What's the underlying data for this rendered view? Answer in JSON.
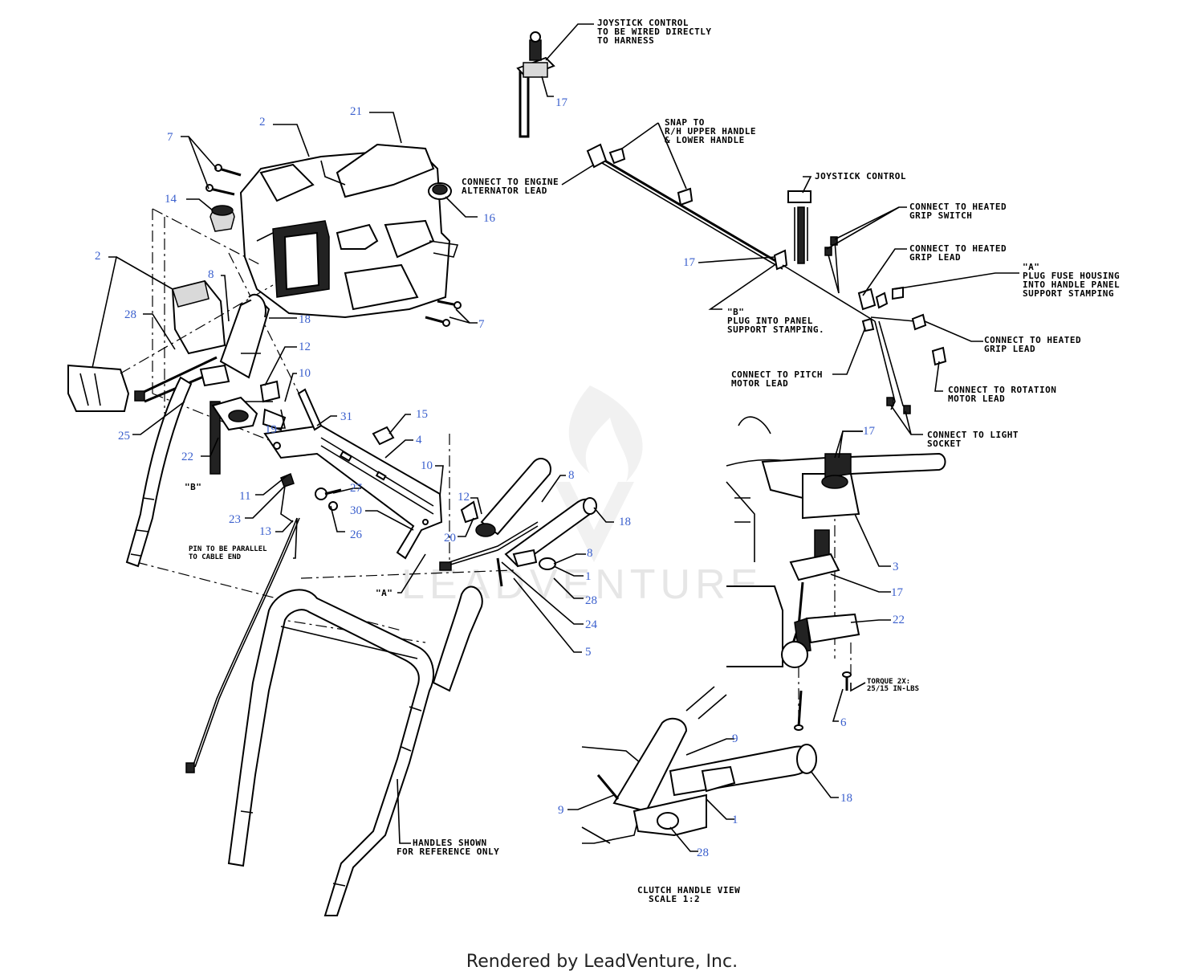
{
  "watermark": "LEADVENTURE",
  "footer": "Rendered by LeadVenture, Inc.",
  "callouts": [
    "17",
    "2",
    "21",
    "7",
    "14",
    "16",
    "2",
    "8",
    "28",
    "18",
    "12",
    "10",
    "7",
    "25",
    "22",
    "19",
    "31",
    "15",
    "4",
    "10",
    "11",
    "23",
    "13",
    "30",
    "27",
    "26",
    "12",
    "8",
    "20",
    "18",
    "8",
    "1",
    "28",
    "24",
    "5",
    "17",
    "3",
    "17",
    "22",
    "6",
    "9",
    "9",
    "1",
    "18",
    "28",
    "17"
  ],
  "notes": {
    "joystick_harness": [
      "JOYSTICK CONTROL",
      "TO BE WIRED DIRECTLY",
      "TO HARNESS"
    ],
    "snap_handle": [
      "SNAP TO",
      "R/H  UPPER HANDLE",
      "& LOWER HANDLE"
    ],
    "engine_alternator": [
      "CONNECT TO ENGINE",
      "ALTERNATOR LEAD"
    ],
    "joystick_control": [
      "JOYSTICK CONTROL"
    ],
    "heated_grip_switch": [
      "CONNECT TO HEATED",
      "GRIP SWITCH"
    ],
    "heated_grip_lead_1": [
      "CONNECT TO HEATED",
      "GRIP LEAD"
    ],
    "a_fuse_housing": [
      "\"A\"",
      "PLUG FUSE HOUSING",
      "INTO HANDLE PANEL",
      "SUPPORT STAMPING"
    ],
    "b_panel": [
      "\"B\"",
      "PLUG INTO PANEL",
      "SUPPORT STAMPING."
    ],
    "heated_grip_lead_2": [
      "CONNECT TO HEATED",
      "GRIP LEAD"
    ],
    "pitch_motor": [
      "CONNECT TO PITCH",
      "MOTOR LEAD"
    ],
    "rotation_motor": [
      "CONNECT TO ROTATION",
      "MOTOR LEAD"
    ],
    "light_socket": [
      "CONNECT TO LIGHT",
      "SOCKET"
    ],
    "pin_parallel": [
      "PIN TO BE PARALLEL",
      "TO CABLE END"
    ],
    "label_b": [
      "\"B\""
    ],
    "label_a": [
      "\"A\""
    ],
    "torque": [
      "TORQUE 2X:",
      "25/15 IN-LBS"
    ],
    "handles_reference": [
      "HANDLES SHOWN",
      "FOR REFERENCE ONLY"
    ],
    "clutch_view": [
      "CLUTCH HANDLE VIEW",
      "SCALE 1:2"
    ]
  }
}
